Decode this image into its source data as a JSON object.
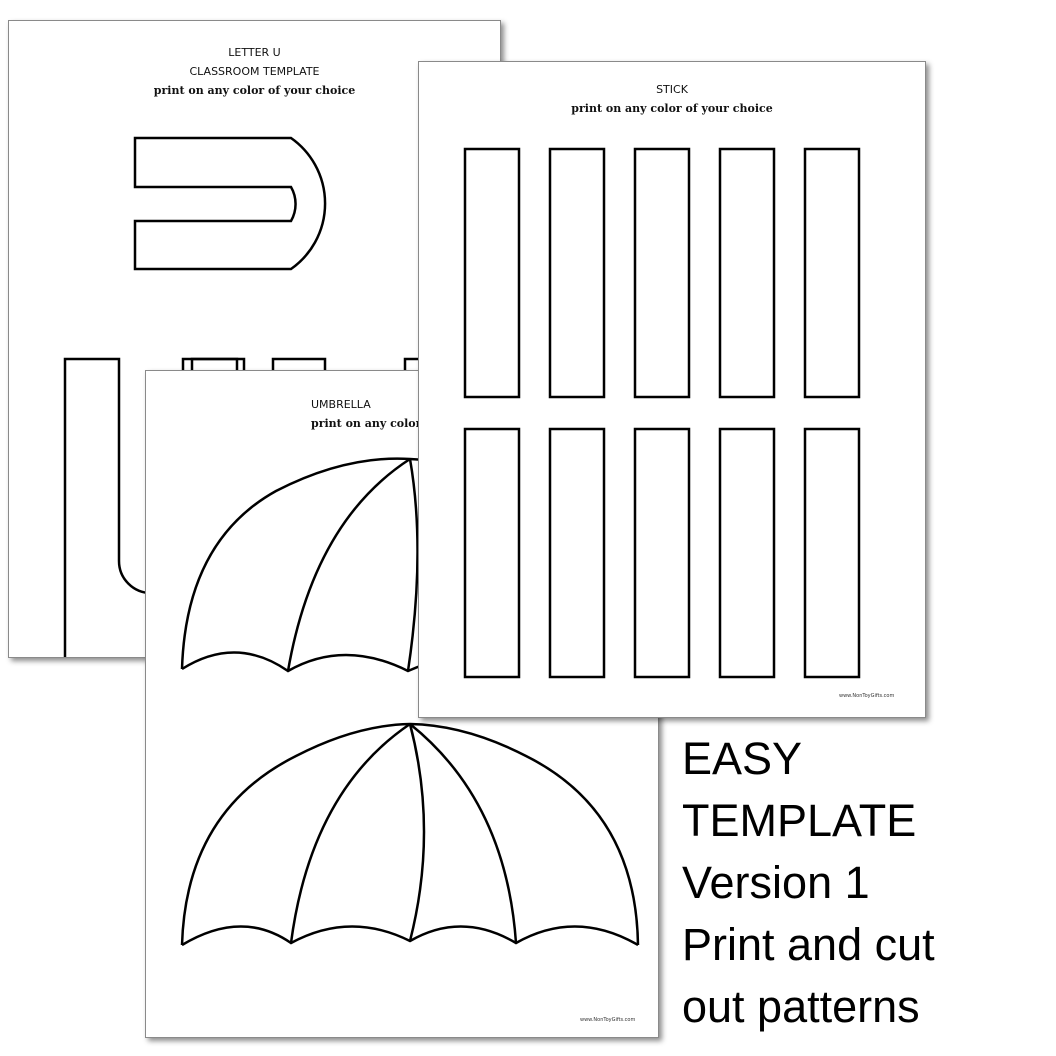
{
  "letter_sheet": {
    "title": "LETTER U",
    "subtitle": "CLASSROOM TEMPLATE",
    "note": "print on any color of your choice"
  },
  "stick_sheet": {
    "title": "STICK",
    "note": "print on any color of your choice",
    "footer": "www.NonToyGifts.com"
  },
  "umbrella_sheet": {
    "title": "UMBRELLA",
    "note": "print on any color of your choice",
    "footer": "www.NonToyGifts.com"
  },
  "caption": {
    "lines": [
      "EASY",
      "TEMPLATE",
      "Version 1",
      "Print and cut",
      "out patterns"
    ]
  }
}
